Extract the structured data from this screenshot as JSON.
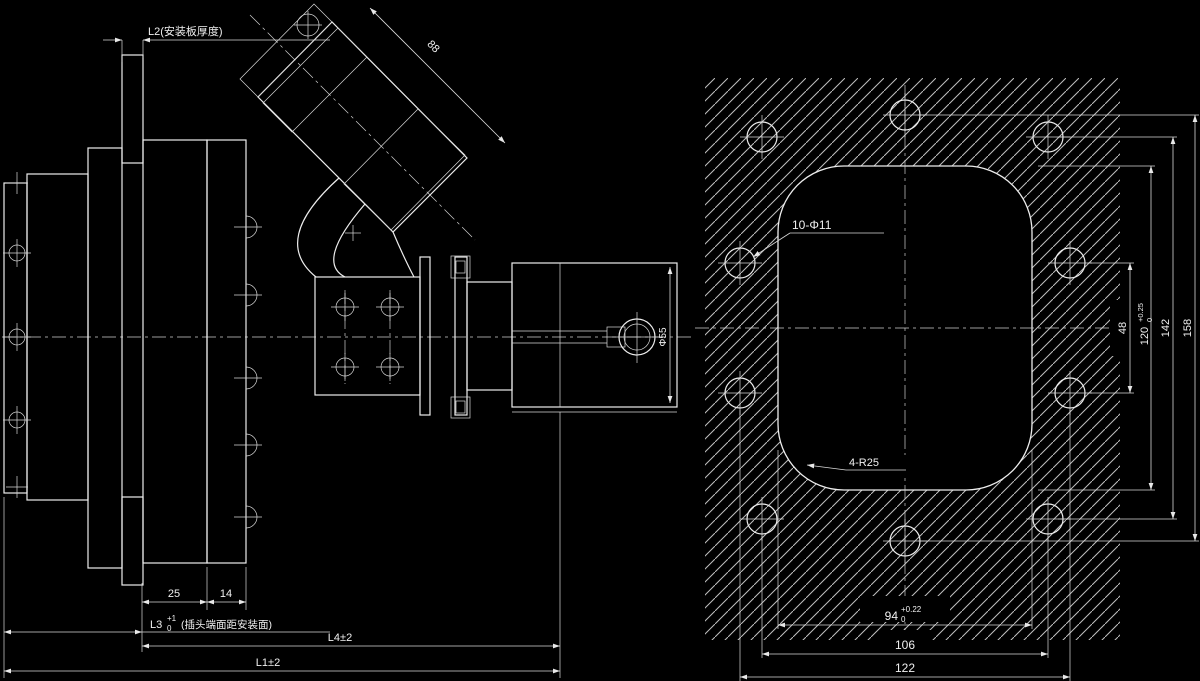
{
  "colors": {
    "background": "#000000",
    "line": "#f0f0f0"
  },
  "side_view": {
    "dim_l2_label": "L2(安装板厚度)",
    "dim_flange_thickness": "25",
    "dim_nut_thickness": "14",
    "dim_l3_prefix": "L3",
    "dim_l3_tol_upper": "+1",
    "dim_l3_tol_lower": "0",
    "dim_l3_suffix": "(插头端面距安装面)",
    "dim_l4": "L4±2",
    "dim_l1": "L1±2",
    "dim_shell_length": "88",
    "dim_grommet": "Φ55"
  },
  "front_view": {
    "leader_holes": "10-Φ11",
    "leader_corner_radius": "4-R25",
    "dim_cutout_width": "94",
    "dim_cutout_width_tol_upper": "+0.22",
    "dim_cutout_width_tol_lower": "0",
    "dim_hole_span_h": "106",
    "dim_outer_h": "122",
    "dim_mid_holes_v": "48",
    "dim_cutout_height": "120",
    "dim_cutout_height_tol_upper": "+0.25",
    "dim_cutout_height_tol_lower": "0",
    "dim_hole_span_v": "142",
    "dim_outer_v": "158"
  }
}
